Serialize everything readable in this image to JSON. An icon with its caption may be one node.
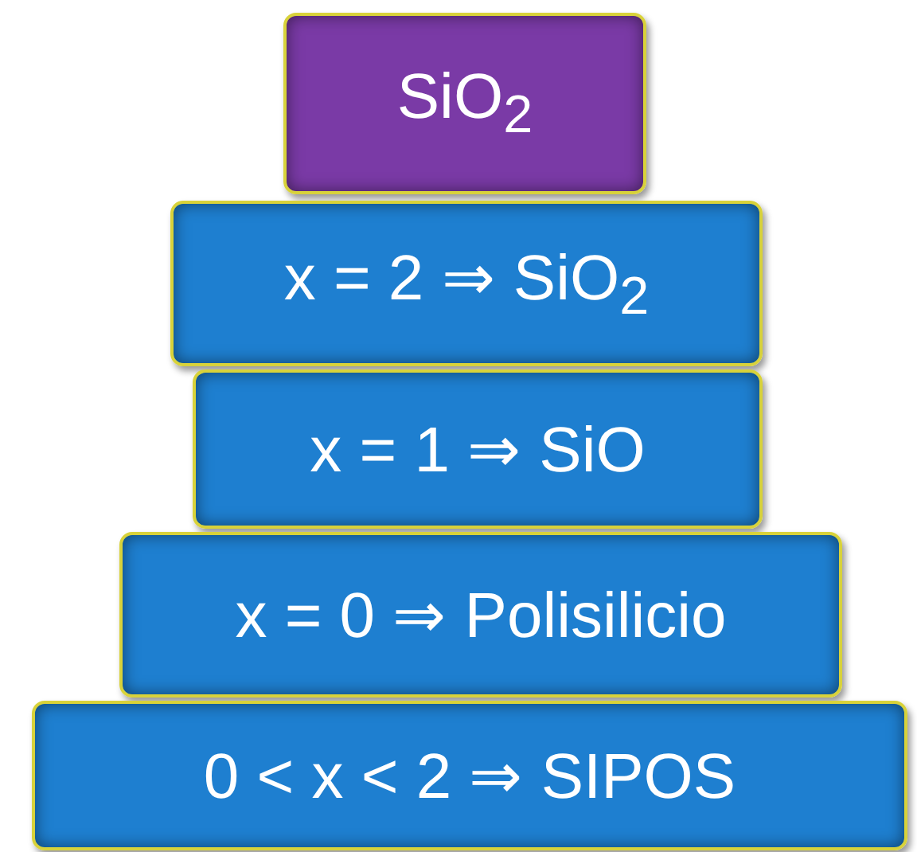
{
  "diagram": {
    "nodes": [
      {
        "text": [
          "SiO$_{2}$"
        ]
      },
      {
        "text": [
          "x = 2 ⇒ SiO$_{2}$"
        ]
      },
      {
        "text": [
          "x = 1 ⇒ SiO"
        ]
      },
      {
        "text": [
          "x = 0 ⇒ Polisilicio"
        ]
      },
      {
        "text": [
          "0 < x < 2 ⇒ SIPOS"
        ]
      }
    ]
  }
}
